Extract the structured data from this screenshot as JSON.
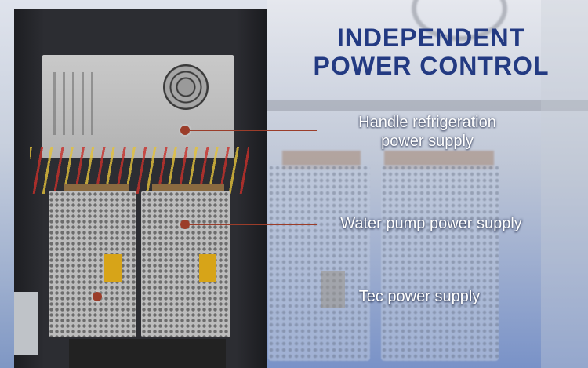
{
  "title": {
    "line1": "INDEPENDENT",
    "line2": "POWER CONTROL"
  },
  "callouts": [
    {
      "line1": "Handle refrigeration",
      "line2": "power supply"
    },
    {
      "text": "Water pump power supply"
    },
    {
      "text": "Tec power supply"
    }
  ],
  "colors": {
    "title": "#233a82",
    "callout_marker": "#9b3d2a",
    "callout_text": "#ffffff"
  }
}
